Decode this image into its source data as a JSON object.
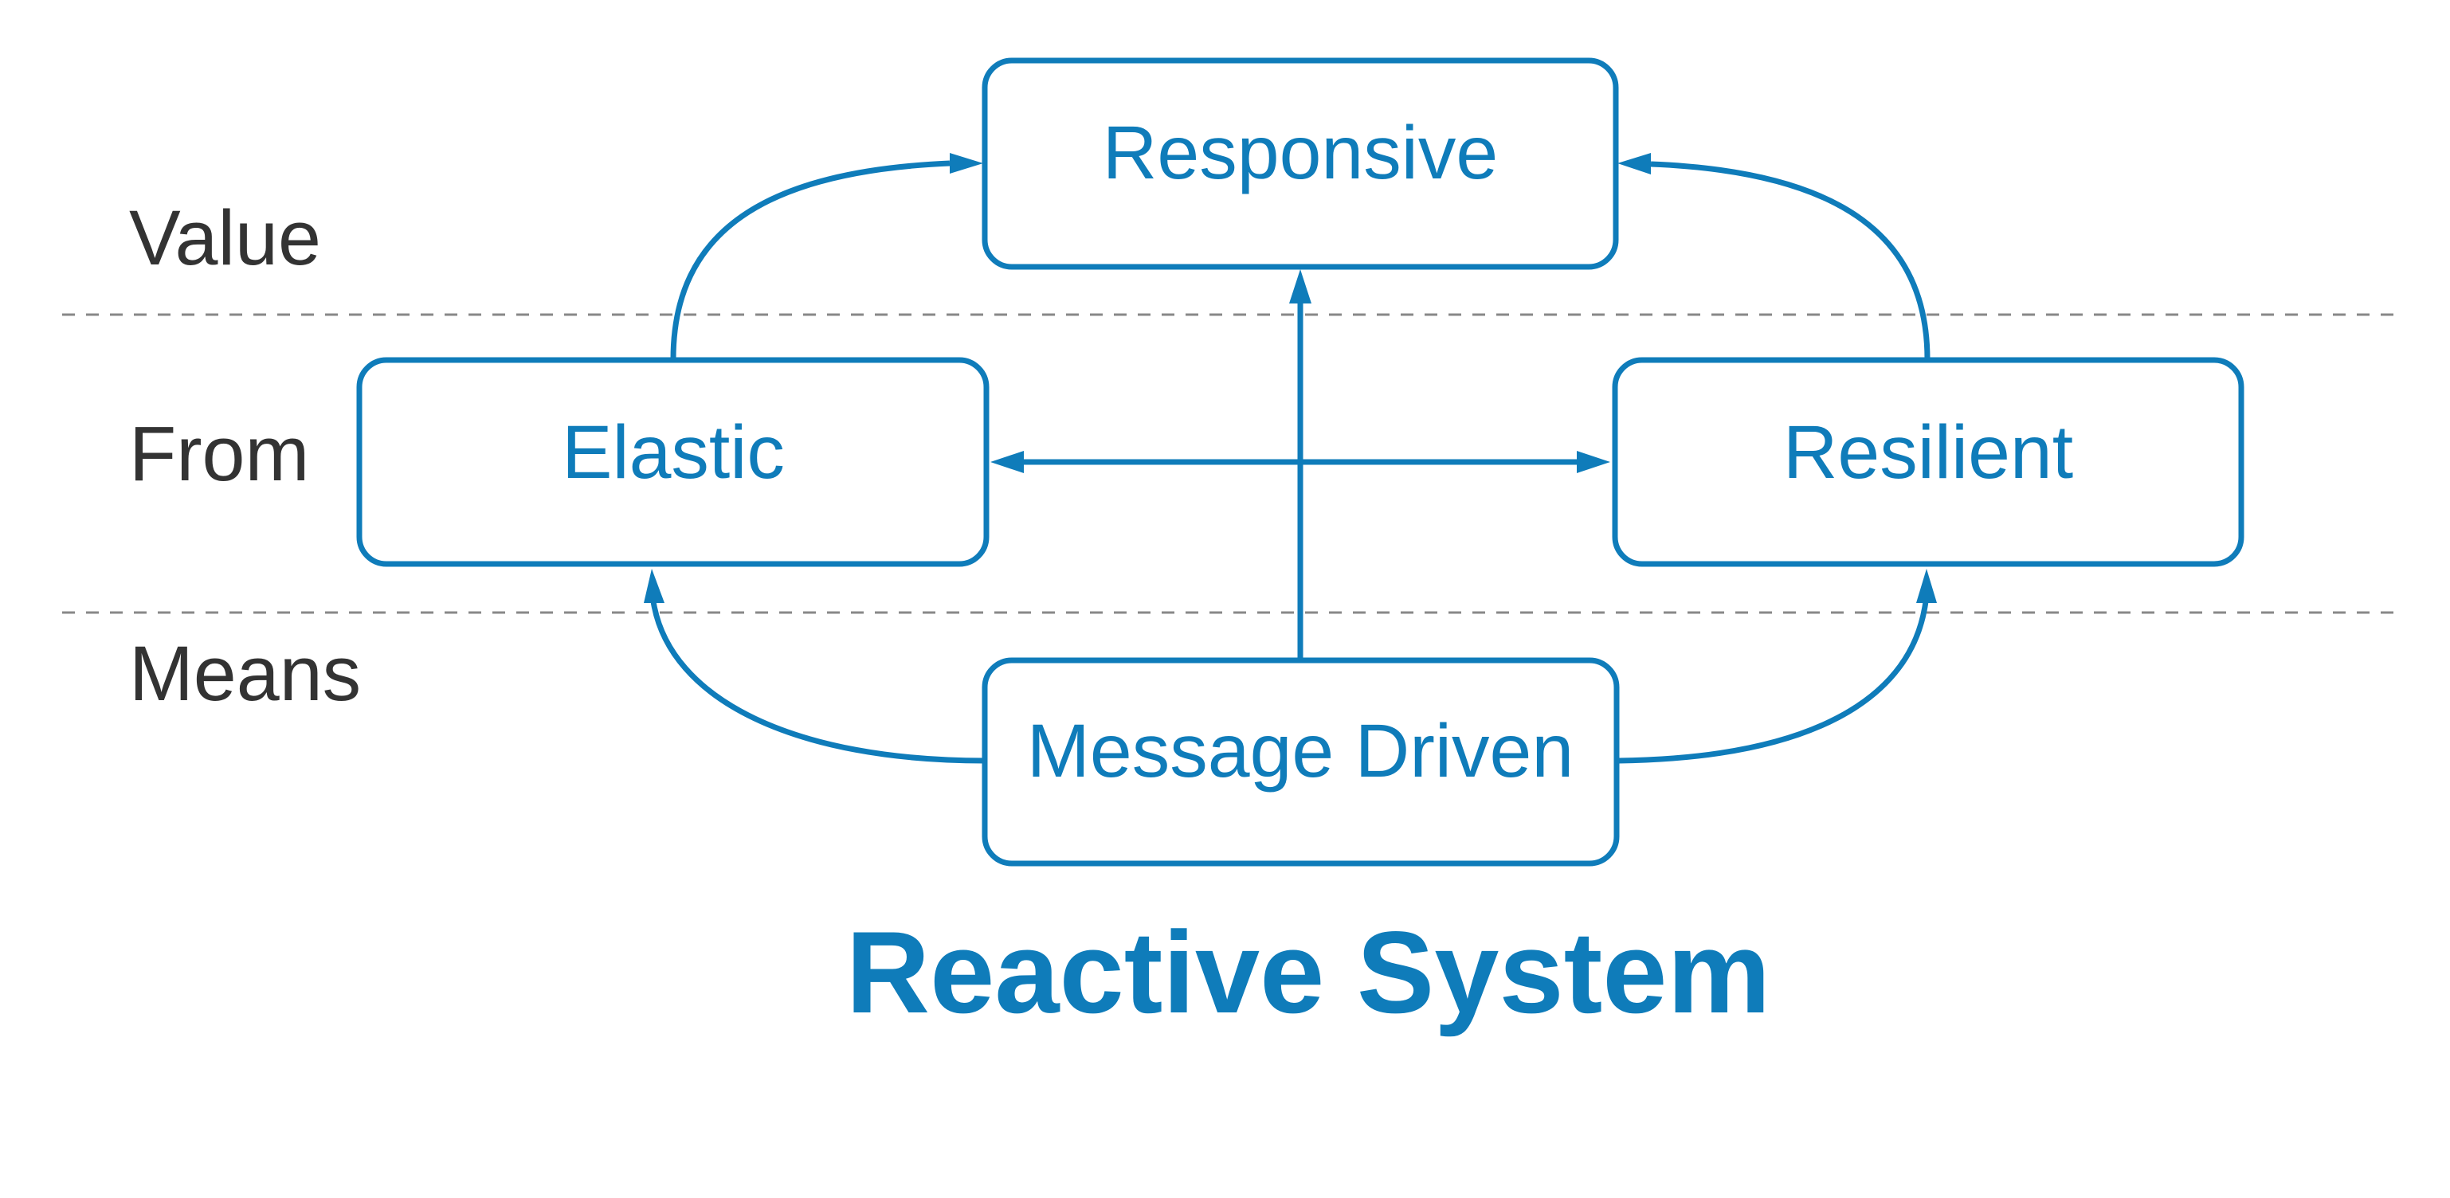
{
  "diagram": {
    "title": "Reactive System",
    "colors": {
      "accent": "#0f7cba",
      "label_text": "#333333",
      "divider": "#888888",
      "background": "#ffffff"
    },
    "layers": [
      {
        "id": "value",
        "label": "Value"
      },
      {
        "id": "form",
        "label": "From"
      },
      {
        "id": "means",
        "label": "Means"
      }
    ],
    "nodes": [
      {
        "id": "responsive",
        "label": "Responsive",
        "layer": "value"
      },
      {
        "id": "elastic",
        "label": "Elastic",
        "layer": "form"
      },
      {
        "id": "resilient",
        "label": "Resilient",
        "layer": "form"
      },
      {
        "id": "message-driven",
        "label": "Message Driven",
        "layer": "means"
      }
    ],
    "edges": [
      {
        "from": "elastic",
        "to": "responsive",
        "direction": "forward"
      },
      {
        "from": "resilient",
        "to": "responsive",
        "direction": "forward"
      },
      {
        "from": "message-driven",
        "to": "responsive",
        "direction": "forward"
      },
      {
        "from": "elastic",
        "to": "resilient",
        "direction": "both"
      },
      {
        "from": "message-driven",
        "to": "elastic",
        "direction": "forward"
      },
      {
        "from": "message-driven",
        "to": "resilient",
        "direction": "forward"
      }
    ]
  }
}
